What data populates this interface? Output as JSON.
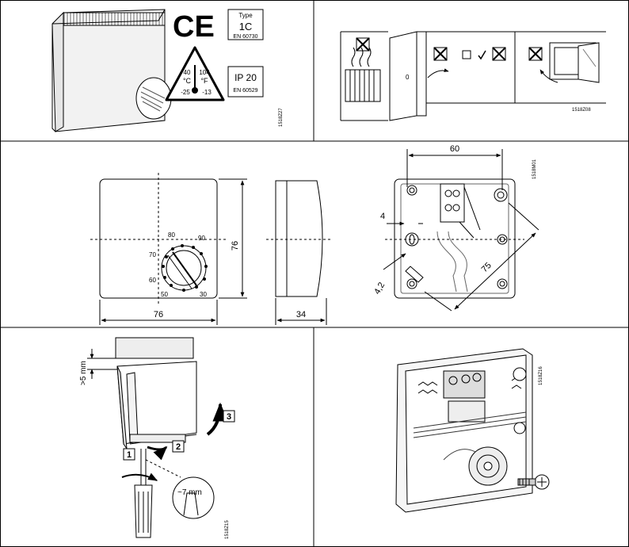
{
  "panel1": {
    "ce_mark": "CE",
    "type_box": {
      "title": "Type",
      "value": "1C",
      "standard": "EN 60730"
    },
    "temp_triangle": {
      "c_max": "40",
      "f_max": "104",
      "c_unit": "°C",
      "f_unit": "°F",
      "c_min": "-25",
      "f_min": "-13"
    },
    "ip_box": {
      "value": "IP 20",
      "standard": "EN 60529"
    },
    "figure_code": "1518Z27"
  },
  "panel2": {
    "door_label": "0",
    "figure_code": "1518Z08"
  },
  "panel3": {
    "dial_labels": [
      "80",
      "90",
      "70",
      "60",
      "50",
      "30"
    ],
    "dim_height": "76",
    "dim_width": "76",
    "dim_depth": "34"
  },
  "panel4": {
    "dim_top": "60",
    "dim_left": "4",
    "dim_slot": "4,2",
    "dim_diag": "75",
    "figure_code": "1518M01"
  },
  "panel5": {
    "dim_gap": ">5 mm",
    "dim_blade": "~7 mm",
    "steps": [
      "1",
      "2",
      "3"
    ],
    "figure_code": "1518Z15"
  },
  "panel6": {
    "figure_code": "1518Z16"
  }
}
